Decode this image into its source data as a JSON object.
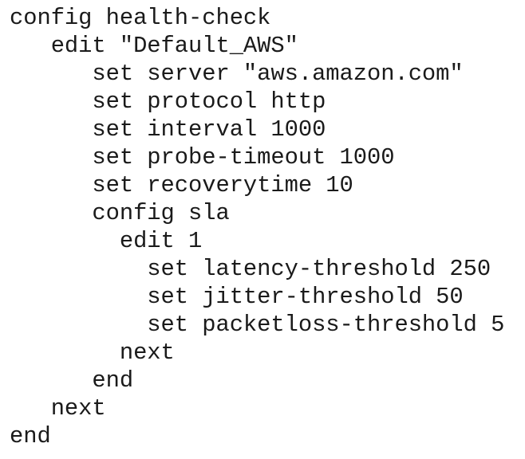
{
  "lines": [
    "config health-check",
    "   edit \"Default_AWS\"",
    "      set server \"aws.amazon.com\"",
    "      set protocol http",
    "      set interval 1000",
    "      set probe-timeout 1000",
    "      set recoverytime 10",
    "      config sla",
    "        edit 1",
    "          set latency-threshold 250",
    "          set jitter-threshold 50",
    "          set packetloss-threshold 5",
    "        next",
    "      end",
    "   next",
    "end"
  ]
}
